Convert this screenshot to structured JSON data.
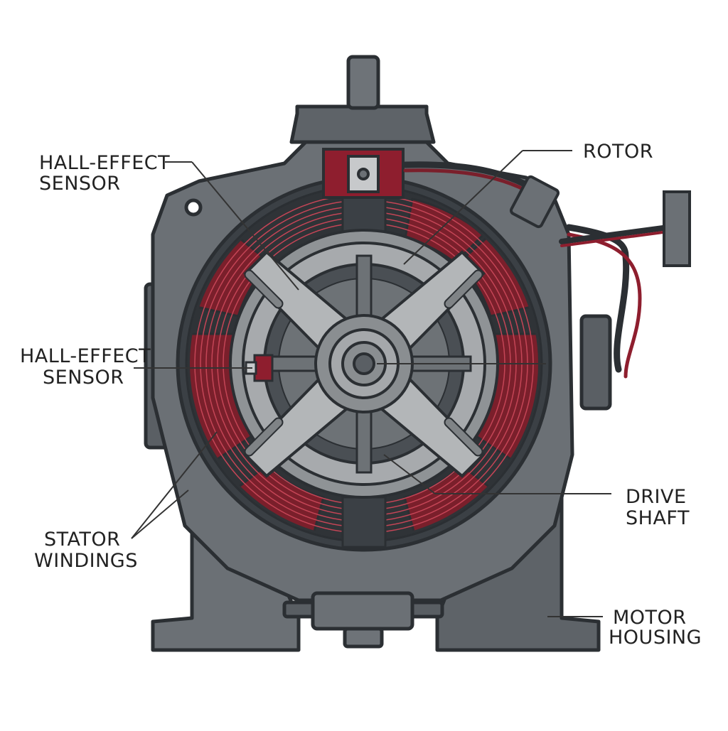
{
  "labels": {
    "hall_sensor_top": [
      "HALL-EFFECT",
      "SENSOR"
    ],
    "hall_sensor_left": [
      "HALL-EFFECT",
      "SENSOR"
    ],
    "rotor": [
      "ROTOR"
    ],
    "stator_windings": [
      "STATOR",
      "WINDINGS"
    ],
    "drive_shaft": [
      "DRIVE",
      "SHAFT"
    ],
    "motor_housing": [
      "MOTOR",
      "HOUSING"
    ]
  },
  "colors": {
    "outline": "#2b2f33",
    "housing": "#6b7075",
    "housing_dark": "#4a4f54",
    "housing_light": "#8a8f94",
    "rotor_light": "#b3b6b8",
    "winding": "#7a1f2b",
    "winding_line": "#c44556",
    "sensor": "#8e1e2e",
    "leader": "#333333"
  },
  "icons": [
    "motor-cross-section-illustration"
  ]
}
